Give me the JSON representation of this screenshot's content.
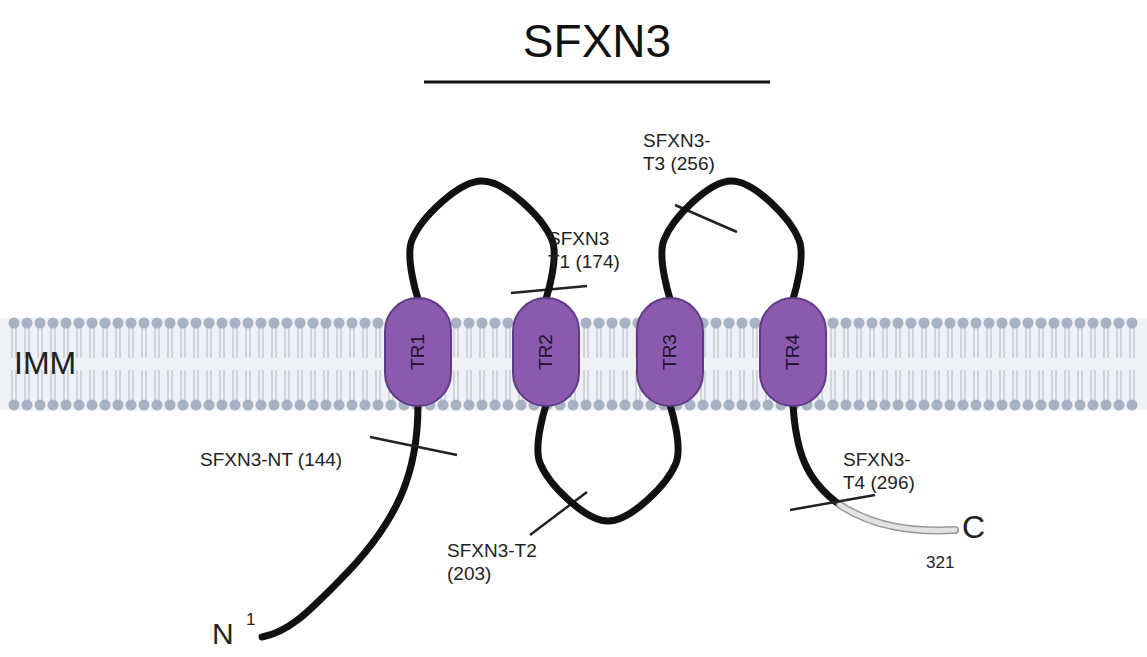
{
  "diagram": {
    "title": "SFXN3",
    "nodes": [
      {
        "text": [
          "TR1"
        ]
      },
      {
        "text": [
          "TR2"
        ]
      },
      {
        "text": [
          "TR3"
        ]
      },
      {
        "text": [
          "TR4"
        ]
      }
    ],
    "edges": [
      {
        "from": 0,
        "to": 1,
        "arrow": "none"
      },
      {
        "from": 1,
        "to": 2,
        "arrow": "none"
      },
      {
        "from": 2,
        "to": 3,
        "arrow": "none"
      }
    ],
    "labels": [
      "IMM",
      "SFXN3-NT (144)",
      "SFXN3 T1 (174)",
      "SFXN3-T2 (203)",
      "SFXN3- T3 (256)",
      "SFXN3- T4 (296)",
      "N",
      "1",
      "C",
      "321"
    ]
  }
}
